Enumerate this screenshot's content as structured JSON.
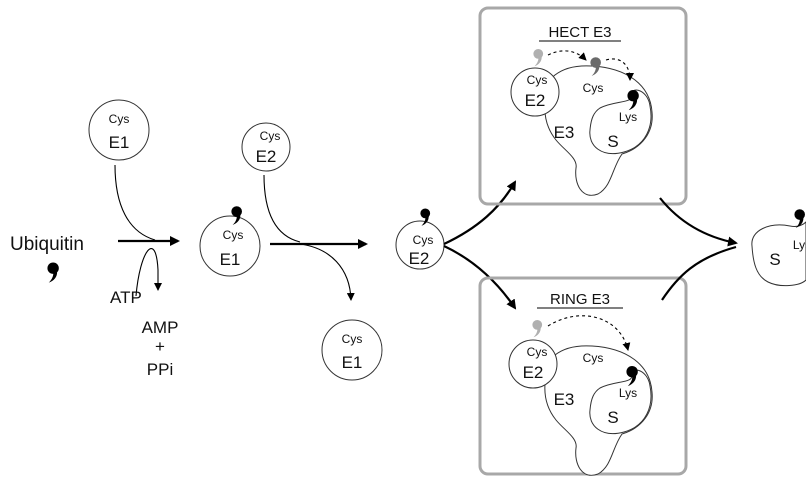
{
  "labels": {
    "ubiquitin": "Ubiquitin",
    "atp": "ATP",
    "amp": "AMP",
    "plus": "+",
    "ppi": "PPi",
    "cys": "Cys",
    "lys": "Lys",
    "e1": "E1",
    "e2": "E2",
    "e3": "E3",
    "s": "S",
    "hect_title": "HECT E3",
    "ring_title": "RING E3"
  },
  "colors": {
    "ubiquitin": "#000000",
    "ubiquitin_grey_light": "#b0b0b0",
    "ubiquitin_grey_mid": "#6a6a6a",
    "box_border": "#a8a8a8"
  }
}
